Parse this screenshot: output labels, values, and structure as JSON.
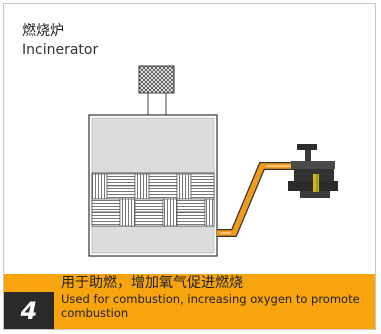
{
  "header": {
    "title_zh": "燃烧炉",
    "title_en": "Incinerator"
  },
  "caption": {
    "step": "4",
    "text_zh": "用于助燃，增加氧气促进燃烧",
    "text_en": "Used for combustion, increasing oxygen to promote combustion"
  },
  "colors": {
    "accent": "#f7a40f",
    "step_box": "#2a2a2a",
    "pipe": "#f29a1c",
    "frame_border": "#c8c8c8"
  },
  "icons": {
    "burner": "burner-valve-icon"
  }
}
